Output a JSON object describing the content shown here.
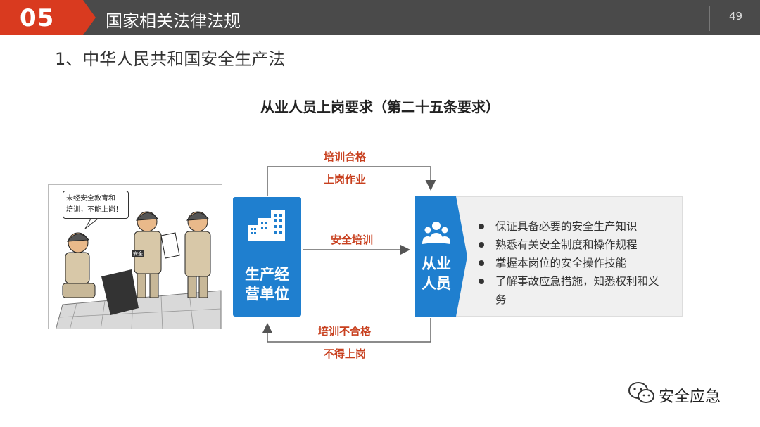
{
  "header": {
    "section_number": "05",
    "title": "国家相关法律法规",
    "page_number": "49"
  },
  "subtitle": "1、中华人民共和国安全生产法",
  "diagram": {
    "title": "从业人员上岗要求（第二十五条要求）",
    "left_box": {
      "label_line1": "生产经",
      "label_line2": "营单位",
      "icon": "building-icon"
    },
    "right_box": {
      "label_line1": "从业",
      "label_line2": "人员",
      "icon": "people-group-icon"
    },
    "top_arrow": {
      "line1": "培训合格",
      "line2": "上岗作业"
    },
    "middle_arrow": {
      "label": "安全培训"
    },
    "bottom_arrow": {
      "line1": "培训不合格",
      "line2": "不得上岗"
    },
    "requirements": [
      "保证具备必要的安全生产知识",
      "熟悉有关安全制度和操作规程",
      "掌握本岗位的安全操作技能",
      "了解事故应急措施，知悉权利和义务"
    ],
    "accent_color": "#1f7fcf",
    "label_color": "#c8401f"
  },
  "cartoon": {
    "speech_line1": "未经安全教育和",
    "speech_line2": "培训，不能上岗！",
    "badge_text": "安全"
  },
  "watermark": {
    "text": "安全应急",
    "icon": "wechat-icon"
  }
}
